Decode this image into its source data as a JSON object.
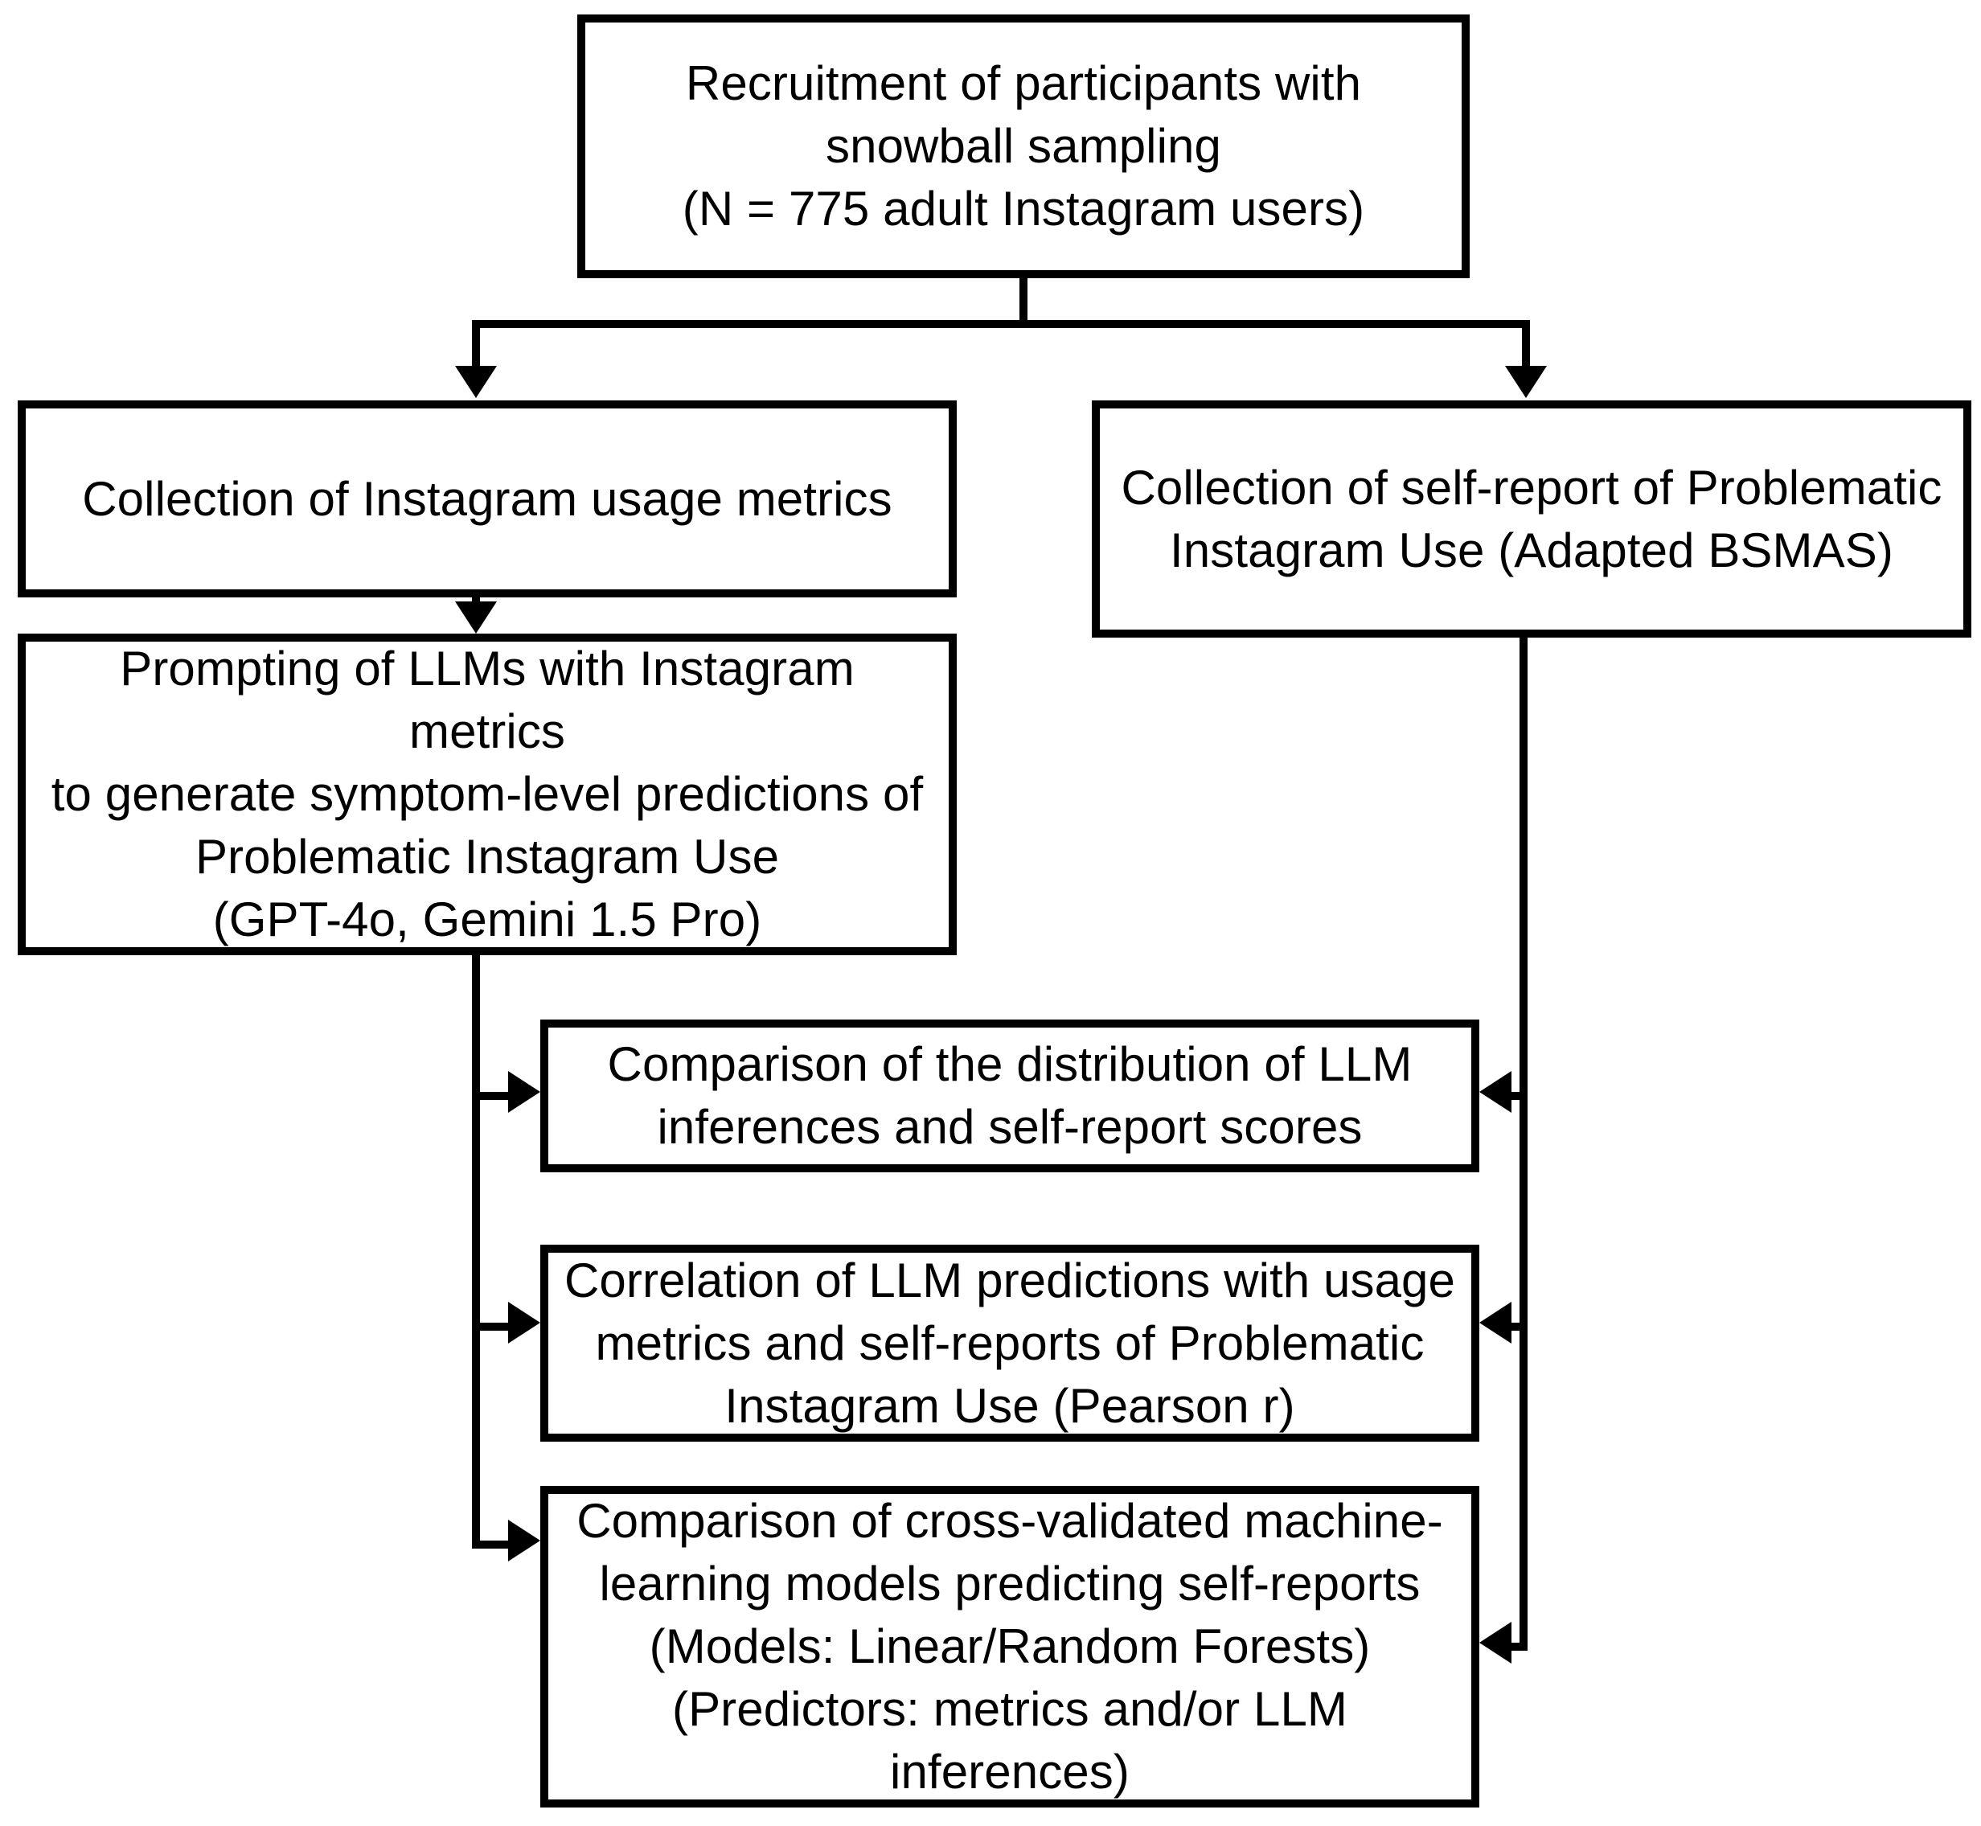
{
  "diagram": {
    "title": "Study design flowchart",
    "stroke_color": "#000000",
    "fill_color": "#ffffff",
    "nodes": {
      "recruitment": "Recruitment of participants with\nsnowball sampling\n(N = 775 adult Instagram users)",
      "usage_metrics": "Collection of Instagram usage metrics",
      "self_report": "Collection of self-report of Problematic\nInstagram Use (Adapted BSMAS)",
      "prompting_llms": "Prompting of LLMs with Instagram metrics\nto generate symptom-level predictions of\nProblematic Instagram Use\n(GPT-4o, Gemini 1.5 Pro)",
      "distribution": "Comparison of the distribution of LLM\ninferences and self-report scores",
      "correlation": "Correlation of LLM predictions with usage\nmetrics and self-reports of Problematic\nInstagram Use (Pearson r)",
      "ml_models": "Comparison of cross-validated machine-\nlearning models predicting self-reports\n(Models: Linear/Random Forests)\n(Predictors: metrics and/or LLM inferences)"
    },
    "edges": [
      {
        "from": "recruitment",
        "to": "usage_metrics",
        "arrow": "down"
      },
      {
        "from": "recruitment",
        "to": "self_report",
        "arrow": "down"
      },
      {
        "from": "usage_metrics",
        "to": "prompting_llms",
        "arrow": "down"
      },
      {
        "from": "prompting_llms",
        "to": "distribution",
        "arrow": "right"
      },
      {
        "from": "prompting_llms",
        "to": "correlation",
        "arrow": "right"
      },
      {
        "from": "prompting_llms",
        "to": "ml_models",
        "arrow": "right"
      },
      {
        "from": "self_report",
        "to": "distribution",
        "arrow": "left"
      },
      {
        "from": "self_report",
        "to": "correlation",
        "arrow": "left"
      },
      {
        "from": "self_report",
        "to": "ml_models",
        "arrow": "left"
      }
    ]
  }
}
